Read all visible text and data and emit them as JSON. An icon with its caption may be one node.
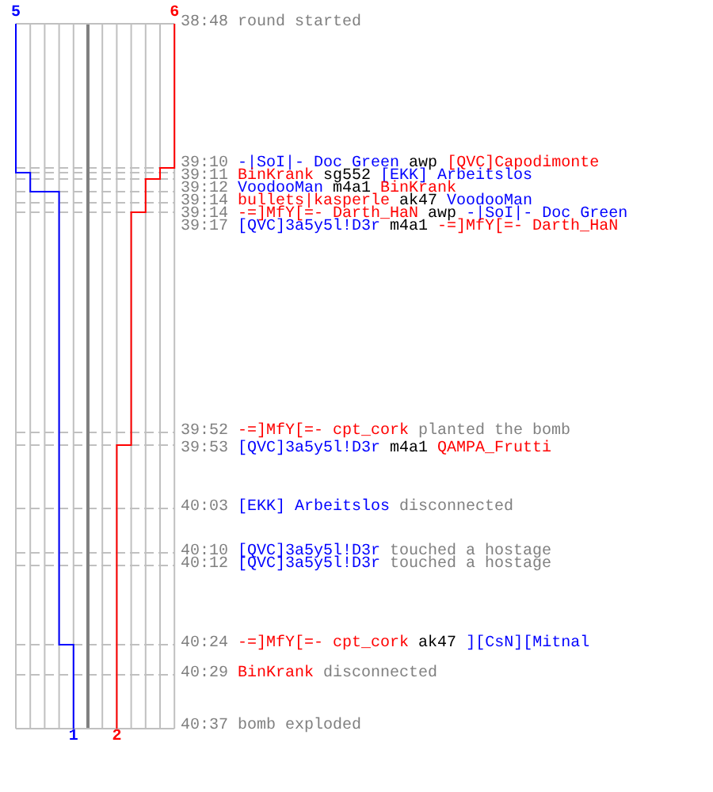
{
  "diagram": {
    "labels": [
      "5",
      "6",
      "38:48",
      "round started",
      "39:10",
      "-|SoI|- Doc Green",
      "awp",
      "[QVC]Capodimonte",
      "39:11",
      "BinKrank",
      "sg552",
      "[EKK] Arbeitslos",
      "39:12",
      "VoodooMan",
      "m4a1",
      "BinKrank",
      "39:14",
      "bullets|kasperle",
      "ak47",
      "VoodooMan",
      "39:14",
      "-=]MfY[=- Darth_HaN",
      "awp",
      "-|SoI|- Doc Green",
      "39:17",
      "[QVC]3a5y5l!D3r",
      "m4a1",
      "-=]MfY[=- Darth_HaN",
      "39:52",
      "-=]MfY[=- cpt_cork",
      "planted the bomb",
      "39:53",
      "[QVC]3a5y5l!D3r",
      "m4a1",
      "QAMPA_Frutti",
      "40:03",
      "[EKK] Arbeitslos",
      "disconnected",
      "40:10",
      "[QVC]3a5y5l!D3r",
      "touched a hostage",
      "40:12",
      "[QVC]3a5y5l!D3r",
      "touched a hostage",
      "40:24",
      "-=]MfY[=- cpt_cork",
      "ak47",
      "][CsN][Mitnal",
      "40:29",
      "BinKrank",
      "disconnected",
      "40:37",
      "bomb exploded",
      "1",
      "2"
    ]
  }
}
